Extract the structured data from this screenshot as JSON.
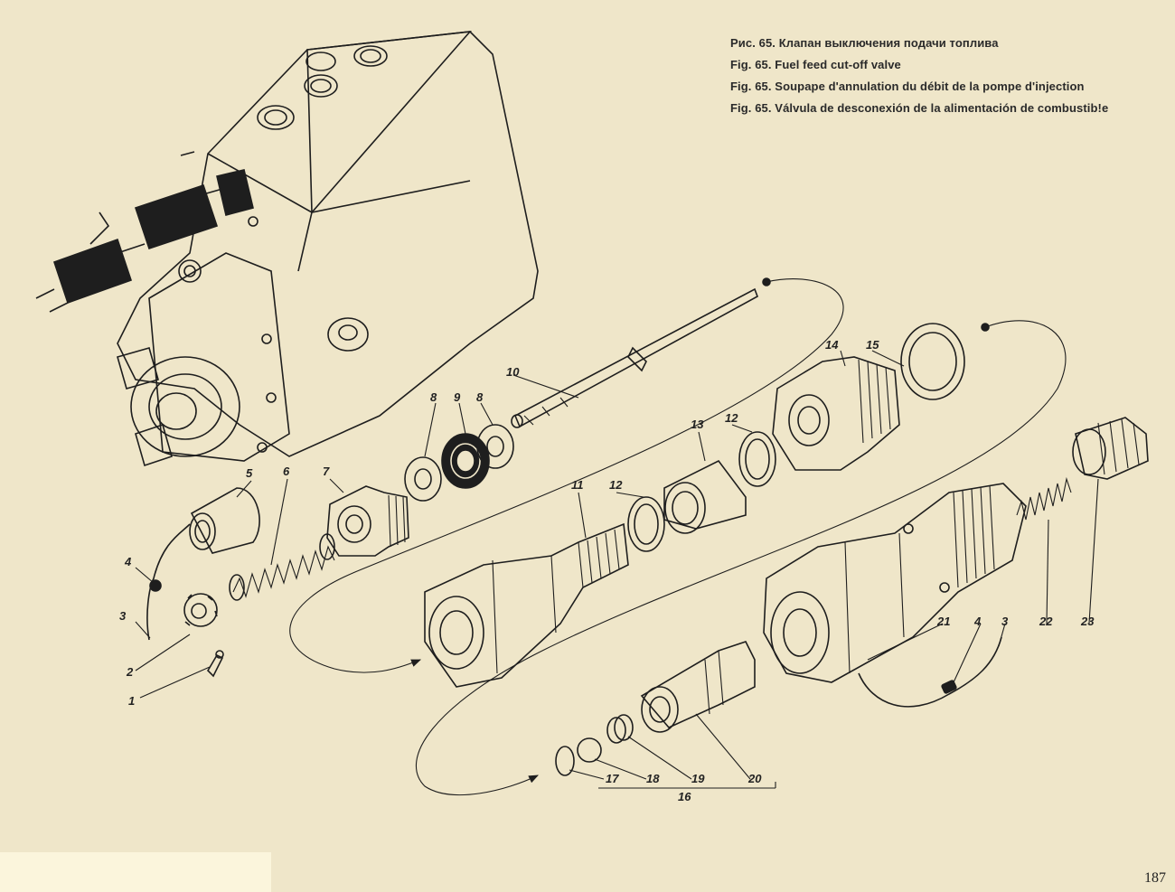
{
  "captions": {
    "ru": "Рис. 65. Клапан выключения подачи топлива",
    "en": "Fig. 65. Fuel feed cut-off valve",
    "fr": "Fig. 65. Soupape d'annulation du débit de la pompe d'injection",
    "es": "Fig. 65. Válvula de desconexión de la alimentación de combustib!e"
  },
  "page_number": "187",
  "part_labels": {
    "p1": "1",
    "p2": "2",
    "p3": "3",
    "p4": "4",
    "p5": "5",
    "p6": "6",
    "p7": "7",
    "p8a": "8",
    "p9": "9",
    "p8b": "8",
    "p10": "10",
    "p11": "11",
    "p12a": "12",
    "p13": "13",
    "p12b": "12",
    "p14": "14",
    "p15": "15",
    "p16": "16",
    "p17": "17",
    "p18": "18",
    "p19": "19",
    "p20": "20",
    "p21": "21",
    "p4b": "4",
    "p3b": "3",
    "p22": "22",
    "p23": "23"
  },
  "colors": {
    "paper": "#efe6c9",
    "ink": "#1e1e1e",
    "corner": "#fbf5dc"
  }
}
